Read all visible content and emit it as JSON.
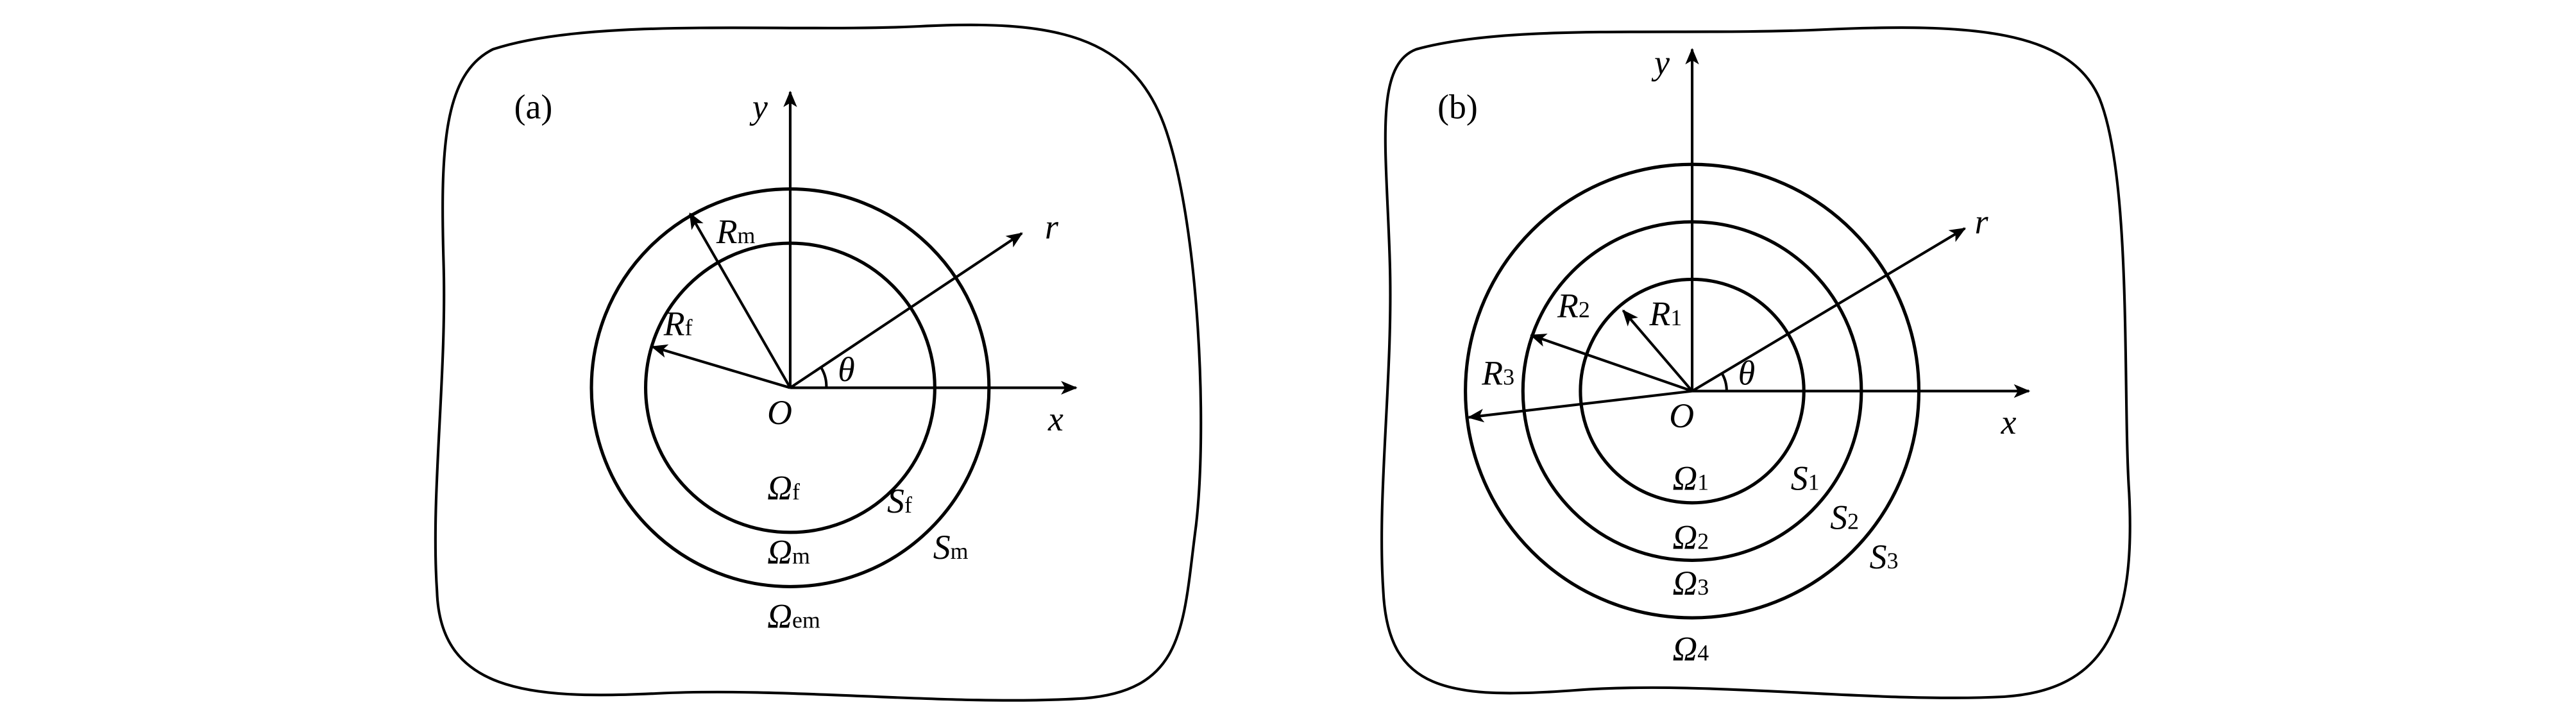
{
  "panel_a": {
    "label": "(a)",
    "axes": {
      "x": "x",
      "y": "y",
      "r": "r",
      "theta": "θ",
      "origin": "O"
    },
    "radii": [
      {
        "base": "R",
        "sub": "m"
      },
      {
        "base": "R",
        "sub": "f"
      }
    ],
    "surfaces": [
      {
        "base": "S",
        "sub": "f"
      },
      {
        "base": "S",
        "sub": "m"
      }
    ],
    "regions": [
      {
        "base": "Ω",
        "sub": "f"
      },
      {
        "base": "Ω",
        "sub": "m"
      },
      {
        "base": "Ω",
        "sub": "em"
      }
    ]
  },
  "panel_b": {
    "label": "(b)",
    "axes": {
      "x": "x",
      "y": "y",
      "r": "r",
      "theta": "θ",
      "origin": "O"
    },
    "radii": [
      {
        "base": "R",
        "sub": "1"
      },
      {
        "base": "R",
        "sub": "2"
      },
      {
        "base": "R",
        "sub": "3"
      }
    ],
    "surfaces": [
      {
        "base": "S",
        "sub": "1"
      },
      {
        "base": "S",
        "sub": "2"
      },
      {
        "base": "S",
        "sub": "3"
      }
    ],
    "regions": [
      {
        "base": "Ω",
        "sub": "1"
      },
      {
        "base": "Ω",
        "sub": "2"
      },
      {
        "base": "Ω",
        "sub": "3"
      },
      {
        "base": "Ω",
        "sub": "4"
      }
    ]
  }
}
